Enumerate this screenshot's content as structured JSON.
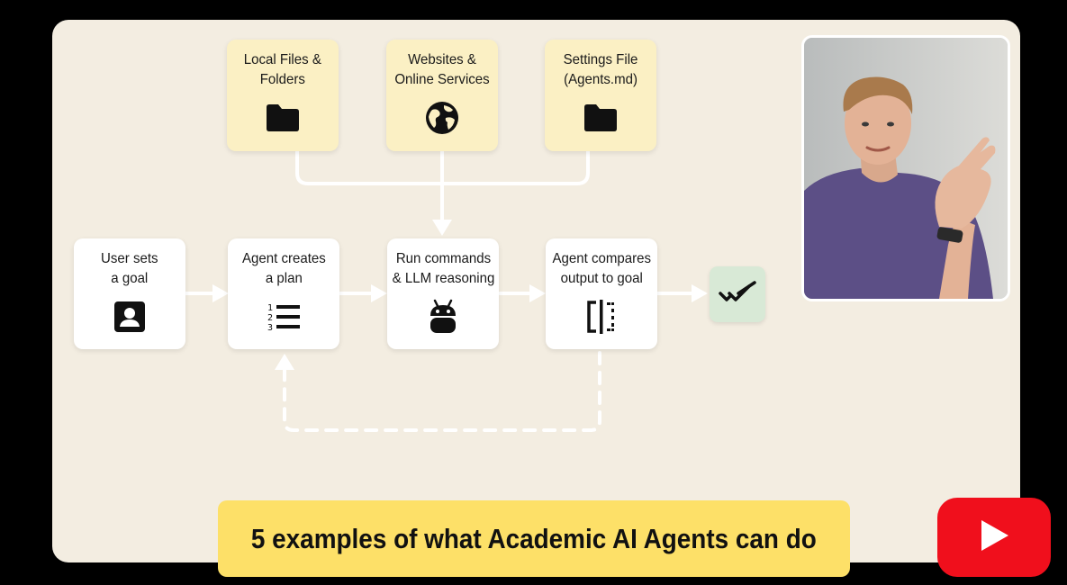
{
  "diagram": {
    "sources": [
      {
        "label": "Local Files &\nFolders",
        "icon": "folder-icon"
      },
      {
        "label": "Websites &\nOnline Services",
        "icon": "globe-icon"
      },
      {
        "label": "Settings File\n(Agents.md)",
        "icon": "folder-icon"
      }
    ],
    "steps": [
      {
        "label": "User sets\na goal",
        "icon": "contact-card-icon"
      },
      {
        "label": "Agent creates\na plan",
        "icon": "numbered-list-icon"
      },
      {
        "label": "Run commands\n& LLM reasoning",
        "icon": "android-robot-icon"
      },
      {
        "label": "Agent compares\noutput to goal",
        "icon": "compare-icon"
      }
    ],
    "final_icon": "double-check-icon"
  },
  "caption": {
    "text": "5 examples of what Academic AI Agents can do"
  },
  "player": {
    "play_icon": "youtube-play-icon"
  },
  "colors": {
    "canvas": "#f3ede1",
    "source_box": "#fbf0c4",
    "step_box": "#ffffff",
    "done_box": "#d8e9d6",
    "caption_bg": "#fde068",
    "youtube_red": "#f00f1c"
  }
}
